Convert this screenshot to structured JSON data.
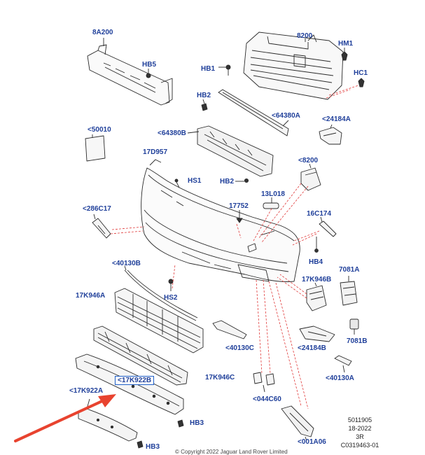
{
  "callouts": {
    "c8a200": "8A200",
    "c8200a": "8200",
    "hm1": "HM1",
    "hb1": "HB1",
    "hc1": "HC1",
    "hb5": "HB5",
    "hb2a": "HB2",
    "c64380a": "<64380A",
    "c24184a": "<24184A",
    "c50010": "<50010",
    "c64380b": "<64380B",
    "c17d957": "17D957",
    "c8200b": "<8200",
    "hs1": "HS1",
    "hb2b": "HB2",
    "c13l018": "13L018",
    "c17752": "17752",
    "c286c17": "<286C17",
    "c16c174": "16C174",
    "hb4": "HB4",
    "c40130b": "<40130B",
    "c7081a": "7081A",
    "c17k946b": "17K946B",
    "c17k946a": "17K946A",
    "hs2": "HS2",
    "c40130c": "<40130C",
    "c24184b": "<24184B",
    "c7081b": "7081B",
    "c17k922b": "<17K922B",
    "c17k946c": "17K946C",
    "c40130a": "<40130A",
    "c17k922a": "<17K922A",
    "c044c60": "<044C60",
    "hb3a": "HB3",
    "hb3b": "HB3",
    "c001a06": "<001A06"
  },
  "meta": {
    "line1": "5011905",
    "line2": "18-2022",
    "line3": "3R",
    "line4": "C0319463-01"
  },
  "copyright": "© Copyright 2022 Jaguar Land Rover Limited",
  "colors": {
    "label": "#1f3f9a",
    "line": "#2a2a2a",
    "leader": "#e03a3a",
    "arrow": "#e8432f",
    "highlight_box": "#2060c8"
  }
}
